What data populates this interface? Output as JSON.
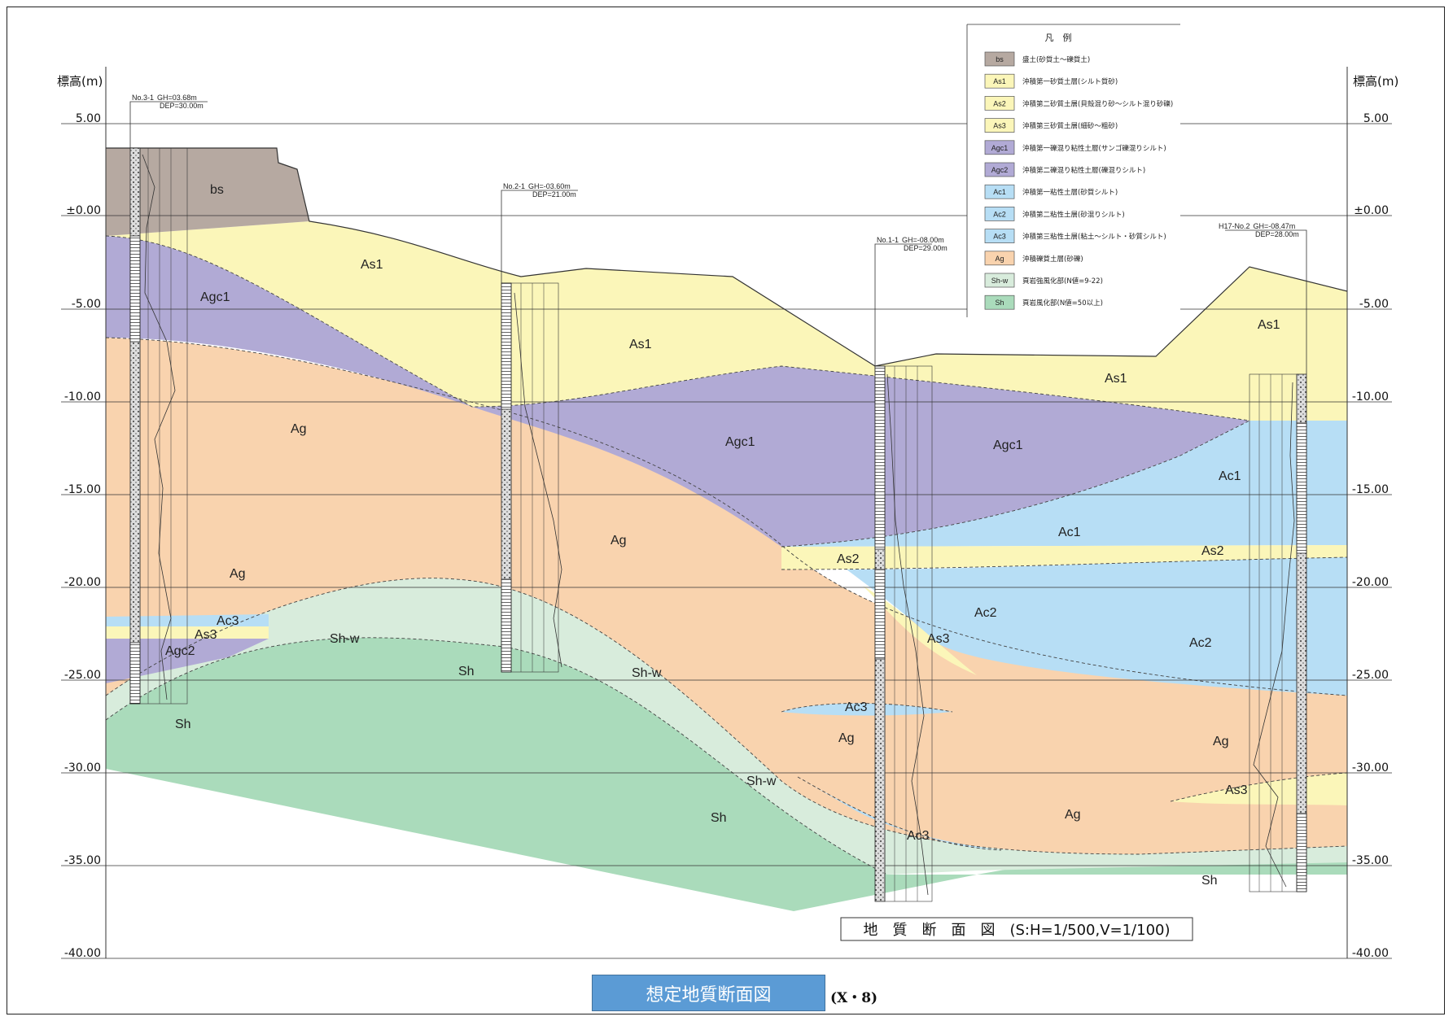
{
  "axis": {
    "left_label": "標高(m)",
    "right_label": "標高(m)",
    "ticks": [
      "5.00",
      "±0.00",
      "-5.00",
      "-10.00",
      "-15.00",
      "-20.00",
      "-25.00",
      "-30.00",
      "-35.00",
      "-40.00"
    ]
  },
  "boreholes": [
    {
      "name": "No.3-1",
      "gh": "GH=03.68m",
      "dep": "DEP=30.00m"
    },
    {
      "name": "No.2-1",
      "gh": "GH=-03.60m",
      "dep": "DEP=21.00m"
    },
    {
      "name": "No.1-1",
      "gh": "GH=-08.00m",
      "dep": "DEP=29.00m"
    },
    {
      "name": "H17-No.2",
      "gh": "GH=-08.47m",
      "dep": "DEP=28.00m"
    }
  ],
  "legend": {
    "title": "凡　例",
    "items": [
      {
        "code": "bs",
        "desc": "盛土(砂質土～礫質土)",
        "color": "#b6a9a1"
      },
      {
        "code": "As1",
        "desc": "沖積第一砂質土層(シルト質砂)",
        "color": "#fbf6b9"
      },
      {
        "code": "As2",
        "desc": "沖積第二砂質土層(貝殻混り砂～シルト混り砂礫)",
        "color": "#fbf6b9"
      },
      {
        "code": "As3",
        "desc": "沖積第三砂質土層(細砂～粗砂)",
        "color": "#fbf6b9"
      },
      {
        "code": "Agc1",
        "desc": "沖積第一礫混り粘性土層(サンゴ礫混りシルト)",
        "color": "#b1aad5"
      },
      {
        "code": "Agc2",
        "desc": "沖積第二礫混り粘性土層(礫混りシルト)",
        "color": "#b1aad5"
      },
      {
        "code": "Ac1",
        "desc": "沖積第一粘性土層(砂質シルト)",
        "color": "#b7def5"
      },
      {
        "code": "Ac2",
        "desc": "沖積第二粘性土層(砂混りシルト)",
        "color": "#b7def5"
      },
      {
        "code": "Ac3",
        "desc": "沖積第三粘性土層(粘土～シルト・砂質シルト)",
        "color": "#b7def5"
      },
      {
        "code": "Ag",
        "desc": "沖積礫質土層(砂礫)",
        "color": "#f9d3ae"
      },
      {
        "code": "Sh-w",
        "desc": "頁岩強風化部(N値=9-22)",
        "color": "#d8ecdc"
      },
      {
        "code": "Sh",
        "desc": "頁岩風化部(N値=50以上)",
        "color": "#aadbbb"
      }
    ]
  },
  "layer_labels": {
    "bs": "bs",
    "as1_a": "As1",
    "agc1_a": "Agc1",
    "ag_a": "Ag",
    "ag_b": "Ag",
    "ac3_a": "Ac3",
    "as3_a": "As3",
    "agc2_a": "Agc2",
    "shw_a": "Sh-w",
    "sh_a": "Sh",
    "as1_b": "As1",
    "agc1_b": "Agc1",
    "ag_c": "Ag",
    "sh_b": "Sh",
    "shw_b": "Sh-w",
    "shw_c": "Sh-w",
    "sh_c": "Sh",
    "as1_c": "As1",
    "as1_d": "As1",
    "agc1_c": "Agc1",
    "ac1_a": "Ac1",
    "ac1_b": "Ac1",
    "as2_a": "As2",
    "as2_b": "As2",
    "ac2_a": "Ac2",
    "ac2_b": "Ac2",
    "as3_b": "As3",
    "ac3_b": "Ac3",
    "ag_d": "Ag",
    "ag_e": "Ag",
    "ag_f": "Ag",
    "as3_c": "As3",
    "ac3_c": "Ac3",
    "sh_d": "Sh"
  },
  "caption": "地　質　断　面　図　(S:H=1/500,V=1/100)",
  "footer": {
    "title": "想定地質断面図",
    "code": "(X・8)"
  }
}
